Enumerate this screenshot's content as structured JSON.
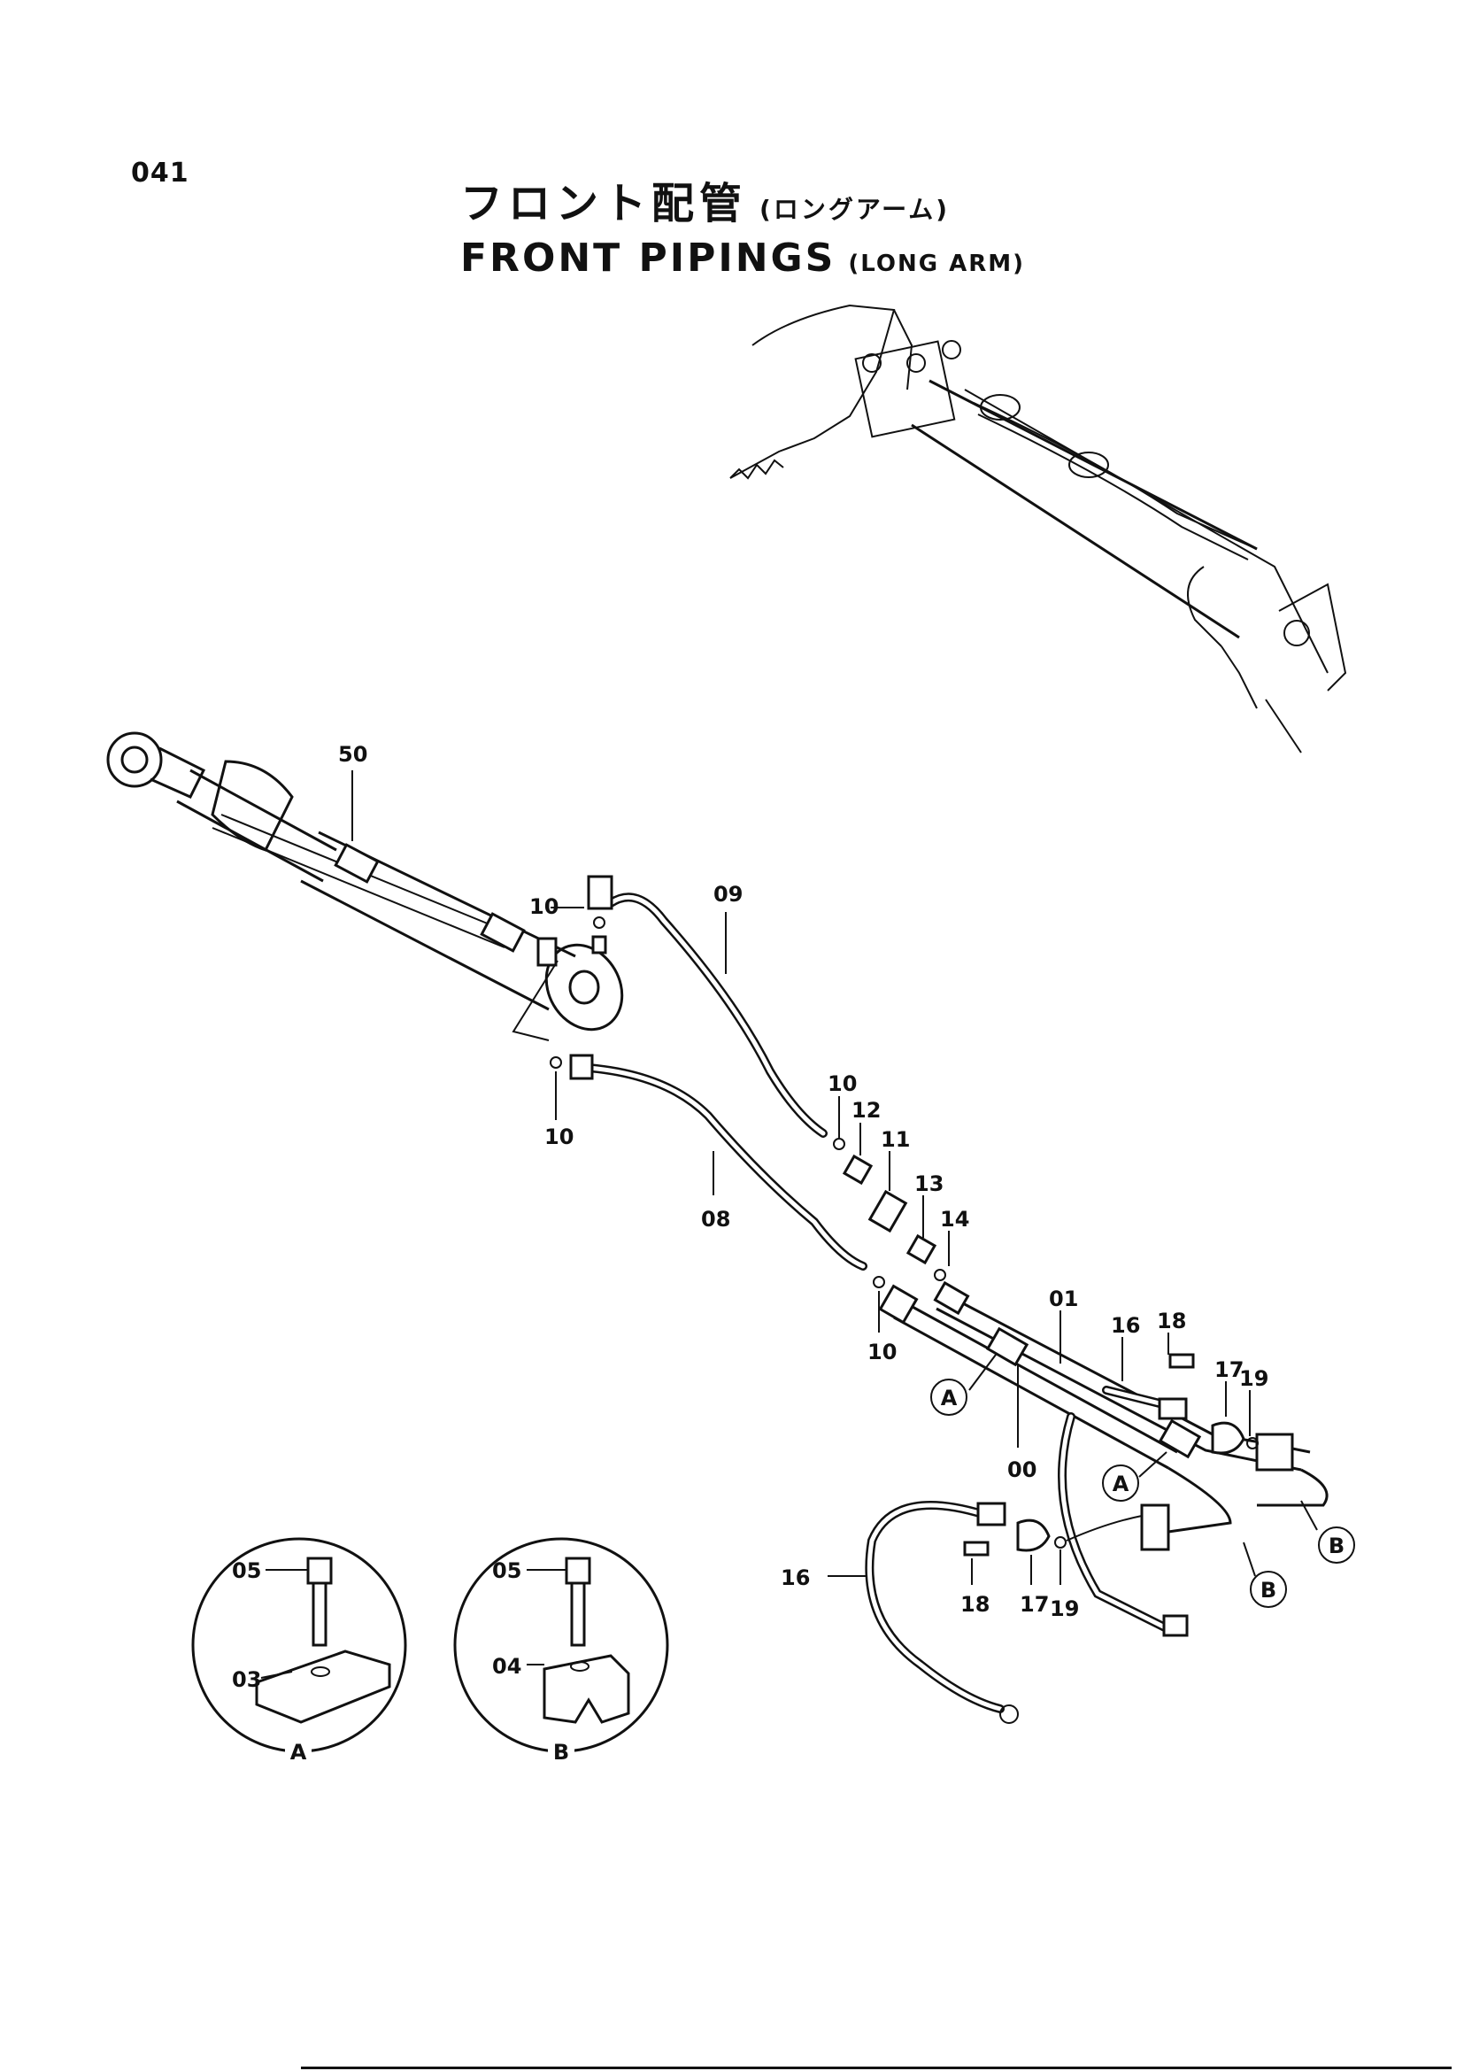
{
  "page_number": "041",
  "title": {
    "jp_main": "フロント配管",
    "jp_sub": "(ロングアーム)",
    "en_main": "FRONT PIPINGS",
    "en_sub": "(LONG ARM)"
  },
  "callouts": {
    "c50": "50",
    "c10a": "10",
    "c10b": "10",
    "c10c": "10",
    "c10d": "10",
    "c09": "09",
    "c08": "08",
    "c12": "12",
    "c11": "11",
    "c13": "13",
    "c14": "14",
    "c01": "01",
    "c16a": "16",
    "c18a": "18",
    "c17a": "17",
    "c19a": "19",
    "c00": "00",
    "c16b": "16",
    "c18b": "18",
    "c17b": "17",
    "c19b": "19",
    "c05a": "05",
    "c03": "03",
    "c05b": "05",
    "c04": "04"
  },
  "markers": {
    "a1": "A",
    "a2": "A",
    "b1": "B",
    "b2": "B"
  },
  "detail_labels": {
    "a": "A",
    "b": "B"
  }
}
